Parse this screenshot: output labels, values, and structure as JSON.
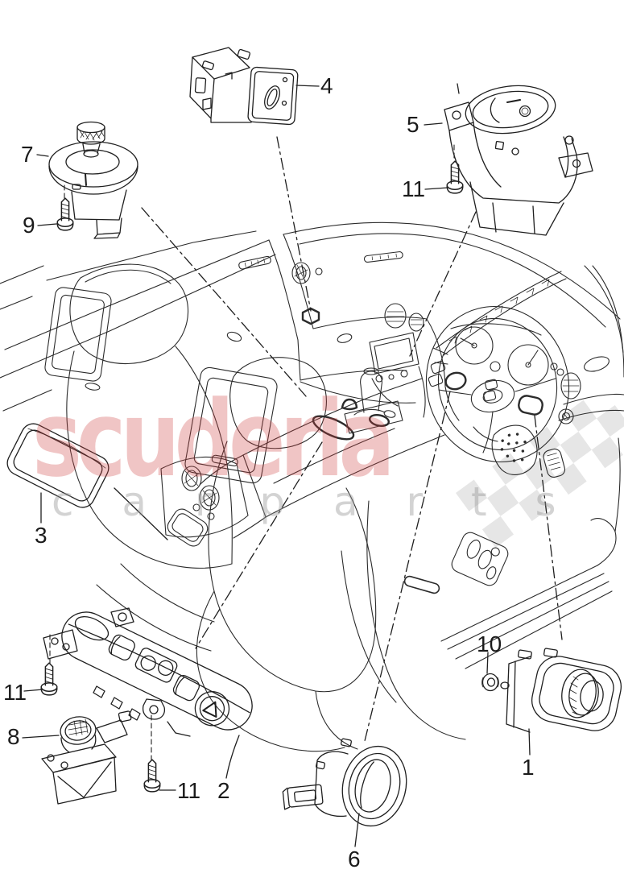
{
  "watermark": {
    "brand": "scuderia",
    "subtitle": "c a r p a r t s",
    "brand_color": "rgba(205,62,62,0.30)",
    "subtitle_color": "rgba(150,150,150,0.42)",
    "flag_color": "#e6e6e6"
  },
  "line_color": "#2b2b2b",
  "callouts": {
    "c7": {
      "label": "7"
    },
    "c9": {
      "label": "9"
    },
    "c4": {
      "label": "4"
    },
    "c5": {
      "label": "5"
    },
    "c11a": {
      "label": "11"
    },
    "c3": {
      "label": "3"
    },
    "c11b": {
      "label": "11"
    },
    "c8": {
      "label": "8"
    },
    "c11c": {
      "label": "11"
    },
    "c2": {
      "label": "2"
    },
    "c6": {
      "label": "6"
    },
    "c10": {
      "label": "10"
    },
    "c1": {
      "label": "1"
    }
  }
}
